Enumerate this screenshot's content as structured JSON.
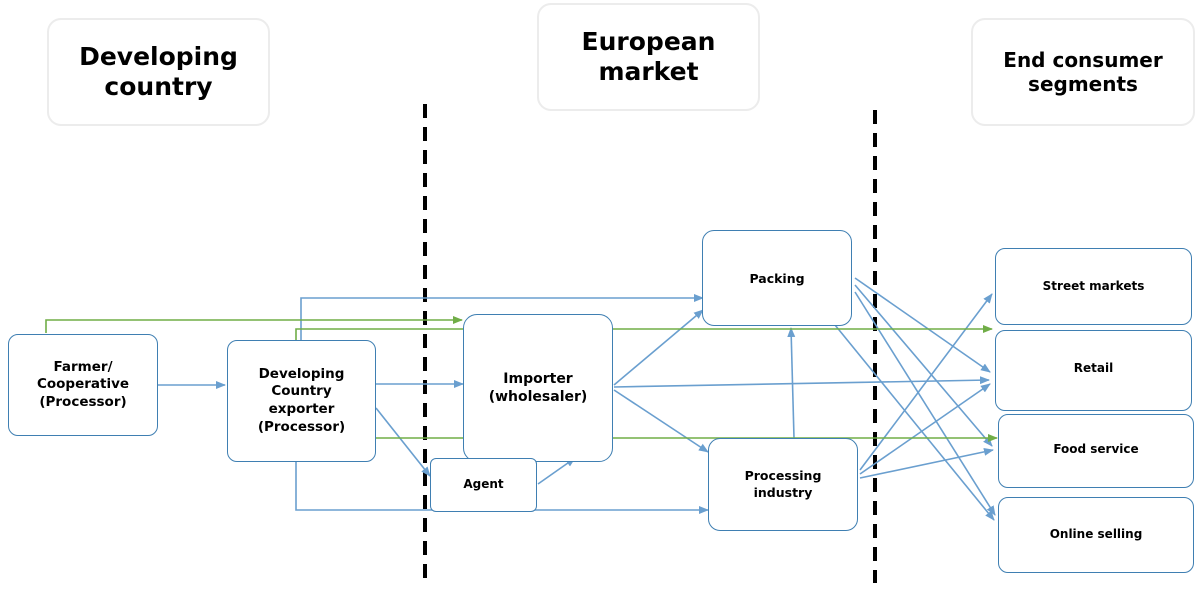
{
  "headers": {
    "developing": "Developing\ncountry",
    "european": "European\nmarket",
    "consumer": "End consumer\nsegments"
  },
  "nodes": {
    "farmer": "Farmer/\nCooperative\n(Processor)",
    "exporter": "Developing\nCountry\nexporter\n(Processor)",
    "importer": "Importer\n(wholesaler)",
    "agent": "Agent",
    "packing": "Packing",
    "processing": "Processing\nindustry",
    "street": "Street markets",
    "retail": "Retail",
    "food": "Food service",
    "online": "Online selling"
  },
  "colors": {
    "blue_flow": "#6a9fcf",
    "green_flow": "#70ad47",
    "box_border": "#3f7fb2",
    "divider": "#000000"
  }
}
